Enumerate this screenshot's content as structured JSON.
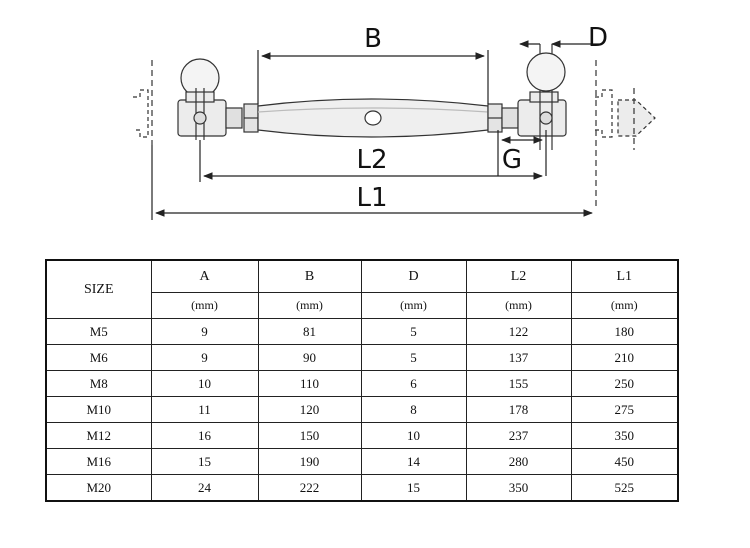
{
  "diagram": {
    "labels": {
      "b": "B",
      "d": "D",
      "g": "G",
      "l2": "L2",
      "l1": "L1"
    }
  },
  "table": {
    "size_header": "SIZE",
    "columns": [
      {
        "name": "A",
        "unit": "(mm)"
      },
      {
        "name": "B",
        "unit": "(mm)"
      },
      {
        "name": "D",
        "unit": "(mm)"
      },
      {
        "name": "L2",
        "unit": "(mm)"
      },
      {
        "name": "L1",
        "unit": "(mm)"
      }
    ],
    "rows": [
      {
        "size": "M5",
        "values": [
          "9",
          "81",
          "5",
          "122",
          "180"
        ]
      },
      {
        "size": "M6",
        "values": [
          "9",
          "90",
          "5",
          "137",
          "210"
        ]
      },
      {
        "size": "M8",
        "values": [
          "10",
          "110",
          "6",
          "155",
          "250"
        ]
      },
      {
        "size": "M10",
        "values": [
          "11",
          "120",
          "8",
          "178",
          "275"
        ]
      },
      {
        "size": "M12",
        "values": [
          "16",
          "150",
          "10",
          "237",
          "350"
        ]
      },
      {
        "size": "M16",
        "values": [
          "15",
          "190",
          "14",
          "280",
          "450"
        ]
      },
      {
        "size": "M20",
        "values": [
          "24",
          "222",
          "15",
          "350",
          "525"
        ]
      }
    ]
  }
}
